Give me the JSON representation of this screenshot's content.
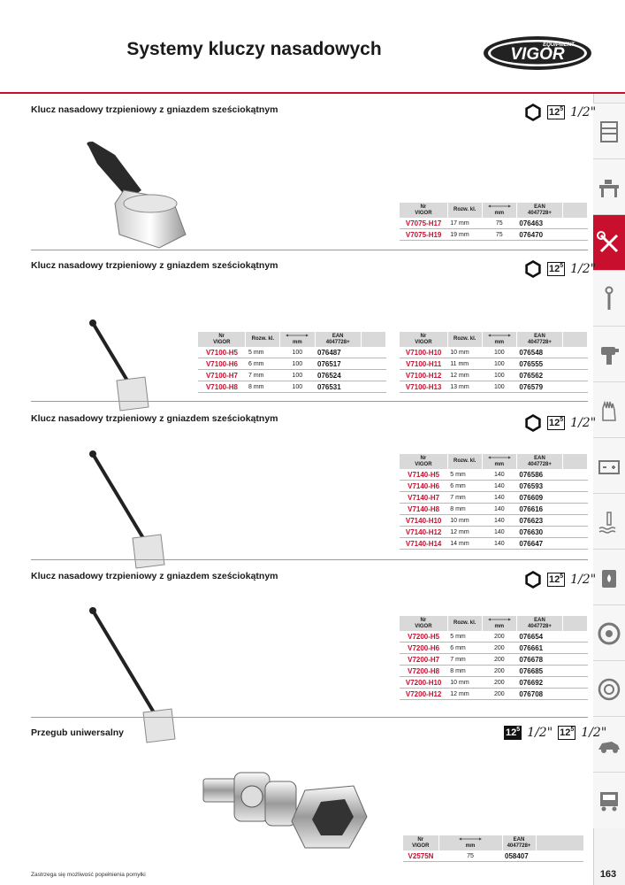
{
  "page": {
    "title": "Systemy kluczy nasadowych",
    "number": "163",
    "footer": "Zastrzega się możliwość popełnienia pomyłki"
  },
  "logo": {
    "brand": "VIGOR",
    "sub": "EQUIPMENT"
  },
  "headers": {
    "nr": "Nr",
    "vigor": "VIGOR",
    "size": "Rozw. kl.",
    "mm": "mm",
    "ean": "EAN",
    "ean_prefix": "4047728+"
  },
  "specs": {
    "hex_icon": "hexagon-icon",
    "drive_main": "12",
    "drive_sup": "5",
    "drive_fraction": "1/2\""
  },
  "sections": [
    {
      "title": "Klucz nasadowy trzpieniowy z gniazdem sześciokątnym",
      "tables": [
        [
          [
            "V7075-H17",
            "17 mm",
            "75",
            "076463"
          ],
          [
            "V7075-H19",
            "19 mm",
            "75",
            "076470"
          ]
        ]
      ]
    },
    {
      "title": "Klucz nasadowy trzpieniowy z gniazdem sześciokątnym",
      "tables": [
        [
          [
            "V7100-H5",
            "5 mm",
            "100",
            "076487"
          ],
          [
            "V7100-H6",
            "6 mm",
            "100",
            "076517"
          ],
          [
            "V7100-H7",
            "7 mm",
            "100",
            "076524"
          ],
          [
            "V7100-H8",
            "8 mm",
            "100",
            "076531"
          ]
        ],
        [
          [
            "V7100-H10",
            "10 mm",
            "100",
            "076548"
          ],
          [
            "V7100-H11",
            "11 mm",
            "100",
            "076555"
          ],
          [
            "V7100-H12",
            "12 mm",
            "100",
            "076562"
          ],
          [
            "V7100-H13",
            "13 mm",
            "100",
            "076579"
          ]
        ]
      ]
    },
    {
      "title": "Klucz nasadowy trzpieniowy z gniazdem sześciokątnym",
      "tables": [
        [
          [
            "V7140-H5",
            "5 mm",
            "140",
            "076586"
          ],
          [
            "V7140-H6",
            "6 mm",
            "140",
            "076593"
          ],
          [
            "V7140-H7",
            "7 mm",
            "140",
            "076609"
          ],
          [
            "V7140-H8",
            "8 mm",
            "140",
            "076616"
          ],
          [
            "V7140-H10",
            "10 mm",
            "140",
            "076623"
          ],
          [
            "V7140-H12",
            "12 mm",
            "140",
            "076630"
          ],
          [
            "V7140-H14",
            "14 mm",
            "140",
            "076647"
          ]
        ]
      ]
    },
    {
      "title": "Klucz nasadowy trzpieniowy z gniazdem sześciokątnym",
      "tables": [
        [
          [
            "V7200-H5",
            "5 mm",
            "200",
            "076654"
          ],
          [
            "V7200-H6",
            "6 mm",
            "200",
            "076661"
          ],
          [
            "V7200-H7",
            "7 mm",
            "200",
            "076678"
          ],
          [
            "V7200-H8",
            "8 mm",
            "200",
            "076685"
          ],
          [
            "V7200-H10",
            "10 mm",
            "200",
            "076692"
          ],
          [
            "V7200-H12",
            "12 mm",
            "200",
            "076708"
          ]
        ]
      ]
    },
    {
      "title": "Przegub uniwersalny",
      "tables": [
        [
          [
            "V2575N",
            "",
            "75",
            "058407"
          ]
        ]
      ]
    }
  ],
  "sidebar": [
    "tool-cabinet-icon",
    "workbench-icon",
    "wrench-screwdriver-icon",
    "torque-wrench-icon",
    "impact-wrench-icon",
    "gloves-icon",
    "battery-icon",
    "coolant-icon",
    "oil-icon",
    "brake-disc-icon",
    "wheel-icon",
    "car-body-icon",
    "truck-icon"
  ],
  "colors": {
    "accent": "#c8102e",
    "header_bg": "#d9d9d9"
  }
}
